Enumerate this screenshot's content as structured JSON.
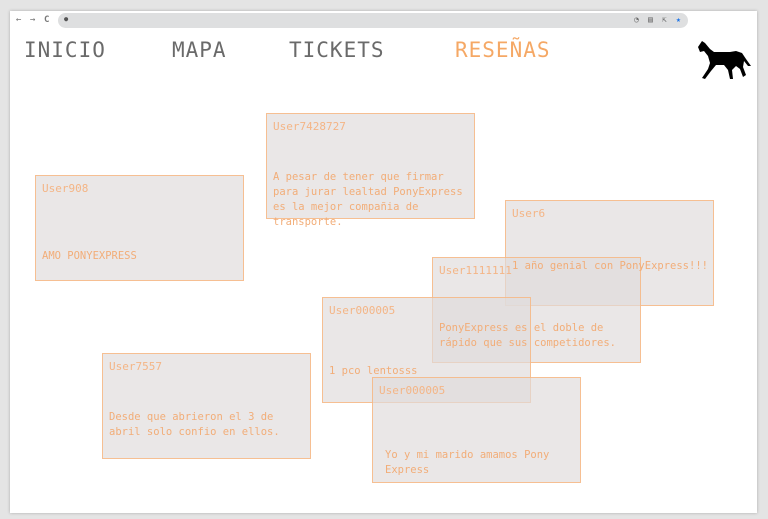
{
  "browser": {
    "back": "←",
    "forward": "→",
    "reload": "C"
  },
  "nav": {
    "items": [
      {
        "label": "INICIO"
      },
      {
        "label": "MAPA"
      },
      {
        "label": "TICKETS"
      },
      {
        "label": "RESEÑAS",
        "active": true
      }
    ]
  },
  "colors": {
    "accent": "#f5a865",
    "nav_text": "#6a6a6a"
  },
  "reviews": [
    {
      "user": "User7428727",
      "text": "A pesar de tener que firmar para jurar lealtad PonyExpress es la mejor compañia de transporte."
    },
    {
      "user": "User908",
      "text": "AMO PONYEXPRESS"
    },
    {
      "user": "User6",
      "text": "1 año genial con PonyExpress!!!"
    },
    {
      "user": "User1111111",
      "text": "PonyExpress es el doble de rápido que sus competidores."
    },
    {
      "user": "User000005",
      "text": "1 pco lentosss"
    },
    {
      "user": "User7557",
      "text": "Desde que abrieron el 3 de abril solo confio en ellos."
    },
    {
      "user": "User000005",
      "text": "Yo y mi marido amamos Pony Express"
    }
  ]
}
